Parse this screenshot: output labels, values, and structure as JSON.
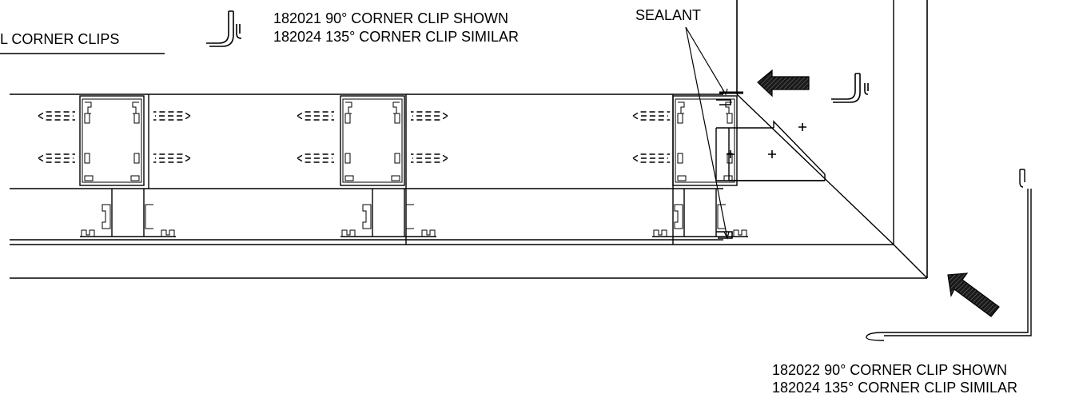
{
  "labels": {
    "corner_clips_heading": "L CORNER CLIPS",
    "top_clip_line1": "182021 90° CORNER CLIP SHOWN",
    "top_clip_line2": "182024 135° CORNER CLIP SIMILAR",
    "sealant": "SEALANT",
    "bottom_clip_line1": "182022 90° CORNER CLIP SHOWN",
    "bottom_clip_line2": "182024 135° CORNER CLIP SIMILAR"
  },
  "colors": {
    "line": "#000000",
    "background": "#ffffff",
    "arrow_fill": "#2a2a2a"
  }
}
